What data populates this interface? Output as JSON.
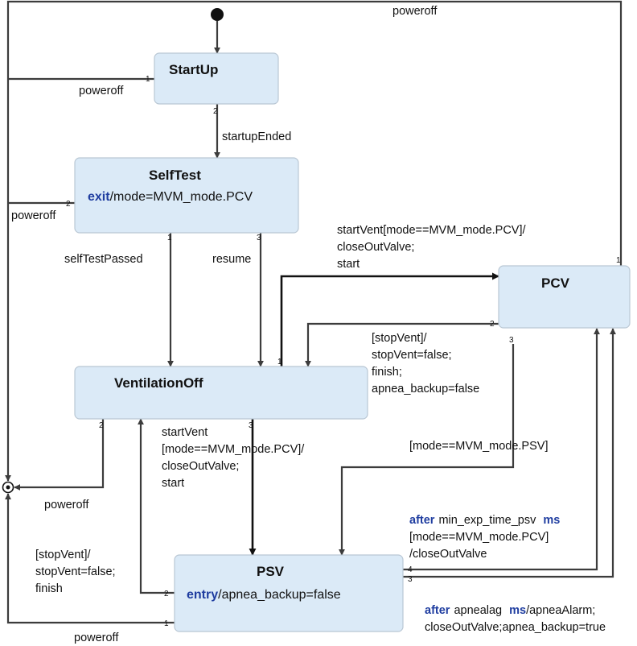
{
  "states": {
    "startup": {
      "name": "StartUp"
    },
    "selftest": {
      "name": "SelfTest",
      "action_kw": "exit",
      "action_text": "/mode=MVM_mode.PCV"
    },
    "ventoff": {
      "name": "VentilationOff"
    },
    "pcv": {
      "name": "PCV"
    },
    "psv": {
      "name": "PSV",
      "action_kw": "entry",
      "action_text": "/apnea_backup=false"
    }
  },
  "transitions": {
    "top_poweroff": "poweroff",
    "startup_poweroff": "poweroff",
    "startup_ended": "startupEnded",
    "selftest_poweroff": "poweroff",
    "selftest_passed": "selfTestPassed",
    "resume": "resume",
    "start_vent_pcv": [
      "startVent[mode==MVM_mode.PCV]/",
      "closeOutValve;",
      "start"
    ],
    "stop_vent_pcv": [
      "[stopVent]/",
      "stopVent=false;",
      "finish;",
      "apnea_backup=false"
    ],
    "ventoff_poweroff": "poweroff",
    "start_vent_psv": [
      "startVent",
      "[mode==MVM_mode.PCV]/",
      "closeOutValve;",
      "start"
    ],
    "pcv_to_psv": "[mode==MVM_mode.PSV]",
    "after_minexp": {
      "kw1": "after",
      "text1": "min_exp_time_psv",
      "kw2": "ms",
      "line2": "[mode==MVM_mode.PCV]",
      "line3": "/closeOutValve"
    },
    "stop_vent_psv": [
      "[stopVent]/",
      "stopVent=false;",
      "finish"
    ],
    "after_apnea": {
      "kw1": "after",
      "text1": "apnealag",
      "kw2": "ms",
      "text2": "/apneaAlarm;",
      "line2": "closeOutValve;apnea_backup=true"
    },
    "psv_poweroff": "poweroff"
  },
  "ports": {
    "startup_1": "1",
    "startup_2": "2",
    "selftest_2": "2",
    "selftest_1": "1",
    "selftest_3": "3",
    "pcv_1": "1",
    "pcv_2": "2",
    "pcv_3": "3",
    "ventoff_1": "1",
    "ventoff_2": "2",
    "ventoff_3": "3",
    "psv_4": "4",
    "psv_3": "3",
    "psv_2": "2",
    "psv_1": "1"
  }
}
